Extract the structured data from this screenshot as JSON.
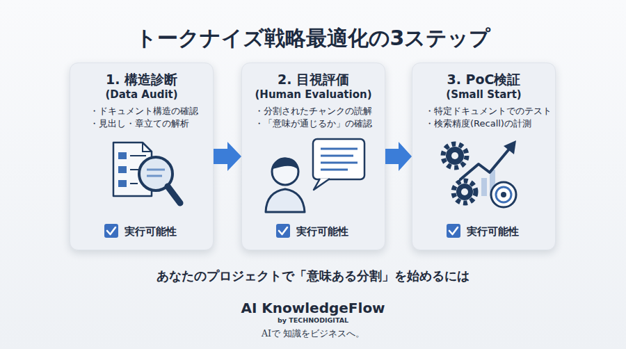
{
  "diagram": {
    "title": "トークナイズ戦略最適化の3ステップ",
    "caption": "あなたのプロジェクトで「意味ある分割」を始めるには",
    "nodes": [
      {
        "text": [
          "1. 構造診断",
          "(Data Audit)",
          "・ドキュメント構造の確認",
          "・見出し・章立ての解析",
          "実行可能性"
        ]
      },
      {
        "text": [
          "2. 目視評価",
          "(Human Evaluation)",
          "・分割されたチャンクの読解",
          "・「意味が通じるか」の確認",
          "実行可能性"
        ]
      },
      {
        "text": [
          "3. PoC検証",
          "(Small Start)",
          "・特定ドキュメントでのテスト",
          "・検索精度(Recall)の計測",
          "実行可能性"
        ]
      }
    ],
    "edges": [
      {
        "from": 0,
        "to": 1,
        "arrow": "to"
      },
      {
        "from": 1,
        "to": 2,
        "arrow": "to"
      }
    ],
    "labels": [
      "AI KnowledgeFlow",
      "by TECHNODIGITAL",
      "AIで 知識をビジネスへ。"
    ]
  }
}
